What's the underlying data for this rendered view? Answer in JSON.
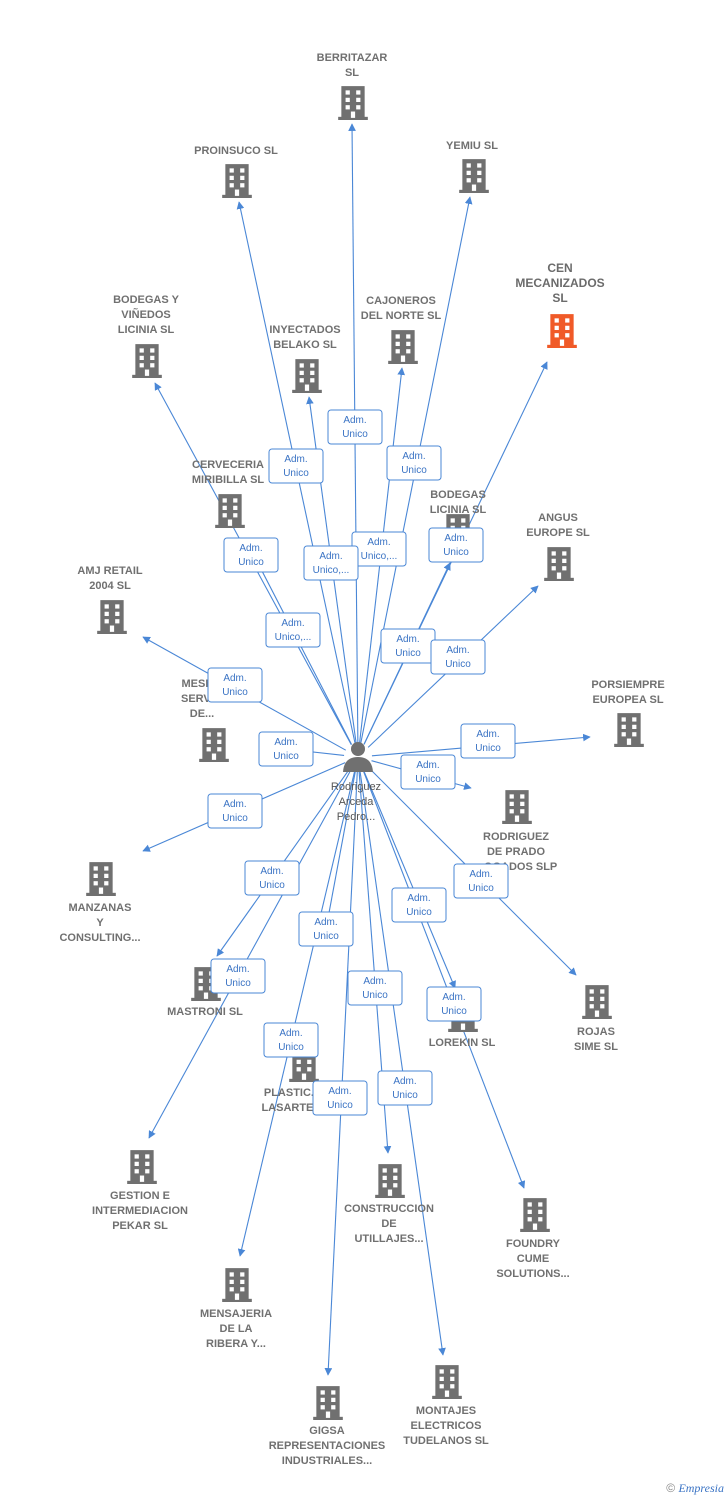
{
  "colors": {
    "edge": "#4a87d6",
    "building": "#707070",
    "highlight": "#f05a28",
    "badge_text": "#3a73c4"
  },
  "center": {
    "lines": [
      "Rodriguez",
      "Arceda",
      "Pedro..."
    ],
    "icon": "person-icon"
  },
  "nodes": [
    {
      "id": "berritazar",
      "lines": [
        "BERRITAZAR",
        "SL"
      ]
    },
    {
      "id": "proinsuco",
      "lines": [
        "PROINSUCO SL"
      ]
    },
    {
      "id": "yemiu",
      "lines": [
        "YEMIU SL"
      ]
    },
    {
      "id": "cen",
      "lines": [
        "CEN",
        "MECANIZADOS",
        "SL"
      ],
      "highlight": true
    },
    {
      "id": "bodegas-vinedos",
      "lines": [
        "BODEGAS Y",
        "VIÑEDOS",
        "LICINIA SL"
      ]
    },
    {
      "id": "cajoneros",
      "lines": [
        "CAJONEROS",
        "DEL NORTE SL"
      ]
    },
    {
      "id": "inyectados",
      "lines": [
        "INYECTADOS",
        "BELAKO SL"
      ]
    },
    {
      "id": "cerveceria",
      "lines": [
        "CERVECERIA",
        "MIRIBILLA SL"
      ]
    },
    {
      "id": "bodegas-licinia",
      "lines": [
        "BODEGAS",
        "LICINIA SL"
      ]
    },
    {
      "id": "angus",
      "lines": [
        "ANGUS",
        "EUROPE SL"
      ]
    },
    {
      "id": "amj",
      "lines": [
        "AMJ RETAIL",
        "2004 SL"
      ]
    },
    {
      "id": "mesnada",
      "lines": [
        "MESN...",
        "SERVI...",
        "DE..."
      ]
    },
    {
      "id": "porsiempre",
      "lines": [
        "PORSIEMPRE",
        "EUROPEA SL"
      ]
    },
    {
      "id": "rodriguez-prado",
      "lines": [
        "RODRIGUEZ",
        "DE PRADO",
        "...OGADOS SLP"
      ]
    },
    {
      "id": "manzanas",
      "lines": [
        "MANZANAS",
        "Y",
        "CONSULTING..."
      ]
    },
    {
      "id": "mastroni",
      "lines": [
        "MASTRONI SL"
      ]
    },
    {
      "id": "lorekin",
      "lines": [
        "LOREKIN SL"
      ]
    },
    {
      "id": "rojas",
      "lines": [
        "ROJAS",
        "SIME SL"
      ]
    },
    {
      "id": "plastic",
      "lines": [
        "PLASTIC...",
        "LASARTE..."
      ]
    },
    {
      "id": "gestion",
      "lines": [
        "GESTION E",
        "INTERMEDIACION",
        "PEKAR SL"
      ]
    },
    {
      "id": "construccion",
      "lines": [
        "CONSTRUCCION",
        "DE",
        "UTILLAJES..."
      ]
    },
    {
      "id": "foundry",
      "lines": [
        "FOUNDRY",
        "CUME",
        "SOLUTIONS..."
      ]
    },
    {
      "id": "mensajeria",
      "lines": [
        "MENSAJERIA",
        "DE LA",
        "RIBERA Y..."
      ]
    },
    {
      "id": "gigsa",
      "lines": [
        "GIGSA",
        "REPRESENTACIONES",
        "INDUSTRIALES..."
      ]
    },
    {
      "id": "montajes",
      "lines": [
        "MONTAJES",
        "ELECTRICOS",
        "TUDELANOS SL"
      ]
    }
  ],
  "edges": [
    {
      "to": "berritazar",
      "badge": [
        "Adm.",
        "Unico"
      ]
    },
    {
      "to": "proinsuco",
      "badge": [
        "Adm.",
        "Unico"
      ]
    },
    {
      "to": "yemiu",
      "badge": [
        "Adm.",
        "Unico"
      ]
    },
    {
      "to": "cen",
      "badge": [
        "Adm.",
        "Unico"
      ]
    },
    {
      "to": "bodegas-vinedos",
      "badge": [
        "Adm.",
        "Unico"
      ]
    },
    {
      "to": "cajoneros",
      "badge": [
        "Adm.",
        "Unico,..."
      ]
    },
    {
      "to": "inyectados",
      "badge": [
        "Adm.",
        "Unico,..."
      ]
    },
    {
      "to": "cerveceria",
      "badge": [
        "Adm.",
        "Unico,..."
      ]
    },
    {
      "to": "bodegas-licinia",
      "badge": [
        "Adm.",
        "Unico"
      ]
    },
    {
      "to": "angus",
      "badge": [
        "Adm.",
        "Unico"
      ]
    },
    {
      "to": "amj",
      "badge": [
        "Adm.",
        "Unico"
      ]
    },
    {
      "to": "mesnada",
      "badge": [
        "Adm.",
        "Unico"
      ]
    },
    {
      "to": "porsiempre",
      "badge": [
        "Adm.",
        "Unico"
      ]
    },
    {
      "to": "rodriguez-prado",
      "badge": [
        "Adm.",
        "Unico"
      ]
    },
    {
      "to": "manzanas",
      "badge": [
        "Adm.",
        "Unico"
      ]
    },
    {
      "to": "mastroni",
      "badge": [
        "Adm.",
        "Unico"
      ]
    },
    {
      "to": "lorekin",
      "badge": [
        "Adm.",
        "Unico"
      ]
    },
    {
      "to": "rojas",
      "badge": [
        "Adm.",
        "Unico"
      ]
    },
    {
      "to": "plastic",
      "badge": [
        "Adm.",
        "Unico"
      ]
    },
    {
      "to": "gestion",
      "badge": [
        "Adm.",
        "Unico"
      ]
    },
    {
      "to": "construccion",
      "badge": [
        "Adm.",
        "Unico"
      ]
    },
    {
      "to": "foundry",
      "badge": [
        "Adm.",
        "Unico"
      ]
    },
    {
      "to": "mensajeria",
      "badge": [
        "Adm.",
        "Unico"
      ]
    },
    {
      "to": "gigsa",
      "badge": [
        "Adm.",
        "Unico"
      ]
    },
    {
      "to": "montajes",
      "badge": [
        "Adm.",
        "Unico"
      ]
    }
  ],
  "credit": {
    "symbol": "©",
    "brand": "Empresia"
  }
}
